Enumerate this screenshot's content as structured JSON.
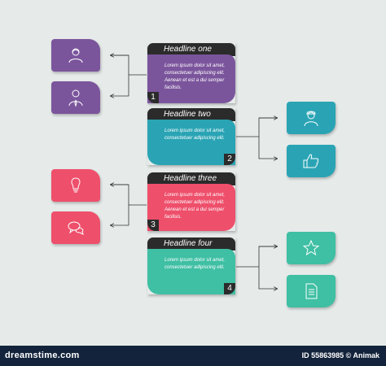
{
  "colors": {
    "purple": "#7b559c",
    "teal": "#2aa4b4",
    "pink": "#ee4f6b",
    "green": "#3fbfa3",
    "dark": "#2b2b2b",
    "footer": "#13233b"
  },
  "steps": [
    {
      "headline": "Headline one",
      "text": "Lorem ipsum dolor sit amet, consectetuer adipiscing elit. Aenean et est a dui semper facilisis.",
      "number": "1"
    },
    {
      "headline": "Headline two",
      "text": "Lorem ipsum dolor sit amet, consectetuer adipiscing elit.",
      "number": "2"
    },
    {
      "headline": "Headline three",
      "text": "Lorem ipsum dolor sit amet, consectetuer adipiscing elit. Aenean et est a dui semper facilisis.",
      "number": "3"
    },
    {
      "headline": "Headline four",
      "text": "Lorem ipsum dolor sit amet, consectetuer adipiscing elit.",
      "number": "4"
    }
  ],
  "tiles": [
    {
      "icon": "woman-avatar-icon"
    },
    {
      "icon": "businessman-avatar-icon"
    },
    {
      "icon": "worker-avatar-icon"
    },
    {
      "icon": "thumbs-up-icon"
    },
    {
      "icon": "lightbulb-icon"
    },
    {
      "icon": "chat-bubbles-icon"
    },
    {
      "icon": "star-icon"
    },
    {
      "icon": "document-icon"
    }
  ],
  "footer": {
    "logo": "dreamstime.com",
    "id_text": "ID 55863985 © Animak"
  }
}
